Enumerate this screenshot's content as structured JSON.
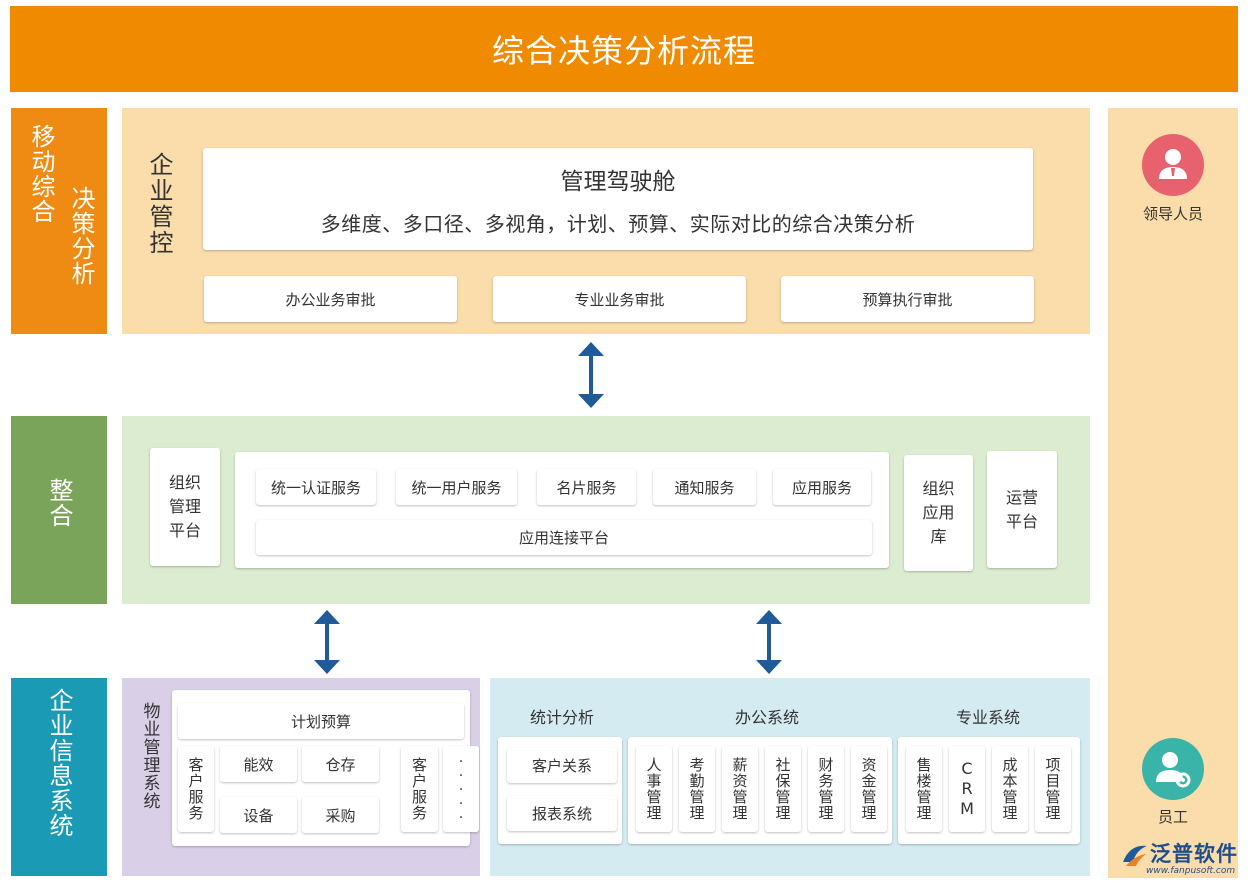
{
  "title": "综合决策分析流程",
  "colors": {
    "header": "#f08a00",
    "orange_label": "#ef8a12",
    "green_label": "#7aa45a",
    "teal_label": "#1a9ab5",
    "orange_panel": "#fbdcab",
    "green_panel": "#dcecd0",
    "purple_panel": "#d9d0e8",
    "blue_panel": "#d5ebf2",
    "arrow": "#1f5a99"
  },
  "layers": {
    "top": {
      "label_col1": "移动综合",
      "label_col2": "决策分析",
      "section": "企业管控",
      "cockpit_title": "管理驾驶舱",
      "cockpit_desc": "多维度、多口径、多视角，计划、预算、实际对比的综合决策分析",
      "approvals": [
        "办公业务审批",
        "专业业务审批",
        "预算执行审批"
      ]
    },
    "middle": {
      "label": "整合",
      "org_platform": "组织管理平台",
      "services": [
        "统一认证服务",
        "统一用户服务",
        "名片服务",
        "通知服务",
        "应用服务"
      ],
      "connect_platform": "应用连接平台",
      "org_app_lib": "组织应用库",
      "ops_platform": "运营平台"
    },
    "bottom": {
      "label": "企业信息系统",
      "property": {
        "title": "物业管理系统",
        "plan_budget": "计划预算",
        "customer_service_left": "客户服务",
        "grid": [
          "能效",
          "仓存",
          "设备",
          "采购"
        ],
        "customer_service_right": "客户服务",
        "more": "·····"
      },
      "stats": {
        "title": "统计分析",
        "items": [
          "客户关系",
          "报表系统"
        ]
      },
      "office": {
        "title": "办公系统",
        "items": [
          "人事管理",
          "考勤管理",
          "薪资管理",
          "社保管理",
          "财务管理",
          "资金管理"
        ]
      },
      "pro": {
        "title": "专业系统",
        "items": [
          "售楼管理",
          "CRM",
          "成本管理",
          "项目管理"
        ]
      }
    }
  },
  "roles": {
    "leader": "领导人员",
    "staff": "员工"
  },
  "icons": {
    "leader": "leader-person-icon",
    "staff": "staff-gear-person-icon",
    "logo": "fanpu-logo-icon"
  },
  "logo": {
    "name": "泛普软件",
    "url": "www.fanpusoft.com"
  }
}
